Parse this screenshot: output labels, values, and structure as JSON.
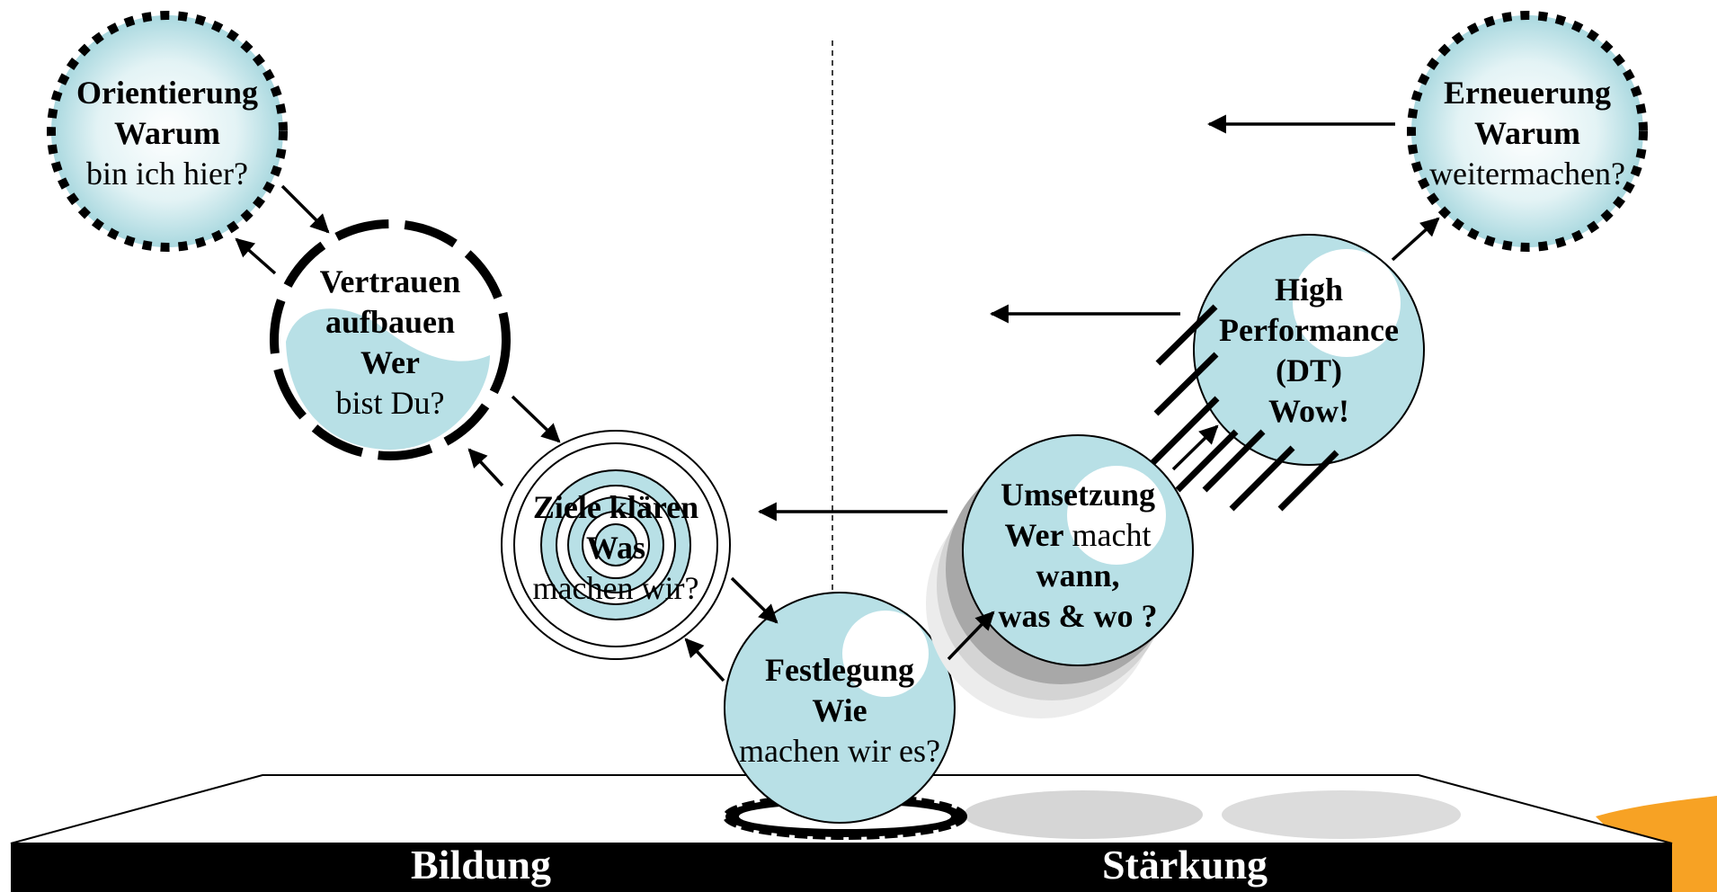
{
  "stages": {
    "orientierung": {
      "title": "Orientierung",
      "q": "Warum",
      "text": "bin ich hier?"
    },
    "vertrauen": {
      "title1": "Vertrauen",
      "title2": "aufbauen",
      "q": "Wer",
      "text": "bist Du?"
    },
    "ziele": {
      "title": "Ziele klären",
      "q": "Was",
      "text": "machen wir?"
    },
    "festlegung": {
      "title": "Festlegung",
      "q": "Wie",
      "text": "machen wir es?"
    },
    "umsetzung": {
      "title": "Umsetzung",
      "who": "Wer",
      "who_rest": " macht",
      "l3": "wann,",
      "l4": "was & wo ?"
    },
    "high": {
      "l1": "High",
      "l2": "Performance",
      "l3": "(DT)",
      "l4": "Wow!"
    },
    "erneuerung": {
      "title": "Erneuerung",
      "q": "Warum",
      "text": "weitermachen?"
    }
  },
  "base": {
    "left": "Bildung",
    "right": "Stärkung"
  },
  "colors": {
    "ball": "#b8e0e6",
    "base": "#000000",
    "accent": "#f7a224"
  }
}
